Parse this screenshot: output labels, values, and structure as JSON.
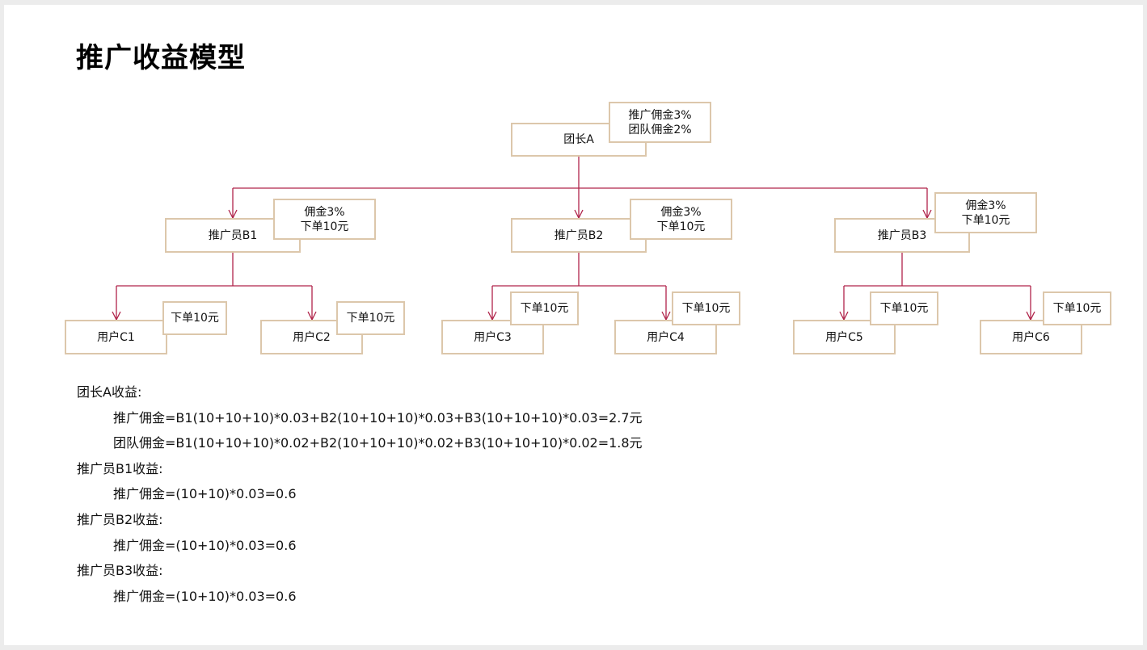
{
  "title": "推广收益模型",
  "tree": {
    "leader": {
      "label": "团长A",
      "note": [
        "推广佣金3%",
        "团队佣金2%"
      ]
    },
    "promoters": [
      {
        "label": "推广员B1",
        "note": [
          "佣金3%",
          "下单10元"
        ]
      },
      {
        "label": "推广员B2",
        "note": [
          "佣金3%",
          "下单10元"
        ]
      },
      {
        "label": "推广员B3",
        "note": [
          "佣金3%",
          "下单10元"
        ]
      }
    ],
    "users": [
      {
        "label": "用户C1",
        "note": "下单10元"
      },
      {
        "label": "用户C2",
        "note": "下单10元"
      },
      {
        "label": "用户C3",
        "note": "下单10元"
      },
      {
        "label": "用户C4",
        "note": "下单10元"
      },
      {
        "label": "用户C5",
        "note": "下单10元"
      },
      {
        "label": "用户C6",
        "note": "下单10元"
      }
    ]
  },
  "income": [
    {
      "text": "团长A收益:",
      "indent": false
    },
    {
      "text": "推广佣金=B1(10+10+10)*0.03+B2(10+10+10)*0.03+B3(10+10+10)*0.03=2.7元",
      "indent": true
    },
    {
      "text": "团队佣金=B1(10+10+10)*0.02+B2(10+10+10)*0.02+B3(10+10+10)*0.02=1.8元",
      "indent": true
    },
    {
      "text": "推广员B1收益:",
      "indent": false
    },
    {
      "text": "推广佣金=(10+10)*0.03=0.6",
      "indent": true
    },
    {
      "text": "推广员B2收益:",
      "indent": false
    },
    {
      "text": "推广佣金=(10+10)*0.03=0.6",
      "indent": true
    },
    {
      "text": "推广员B3收益:",
      "indent": false
    },
    {
      "text": "推广佣金=(10+10)*0.03=0.6",
      "indent": true
    }
  ],
  "colors": {
    "edge": "#b0244a",
    "border": "#dcc7ab",
    "background": "#ffffff"
  }
}
